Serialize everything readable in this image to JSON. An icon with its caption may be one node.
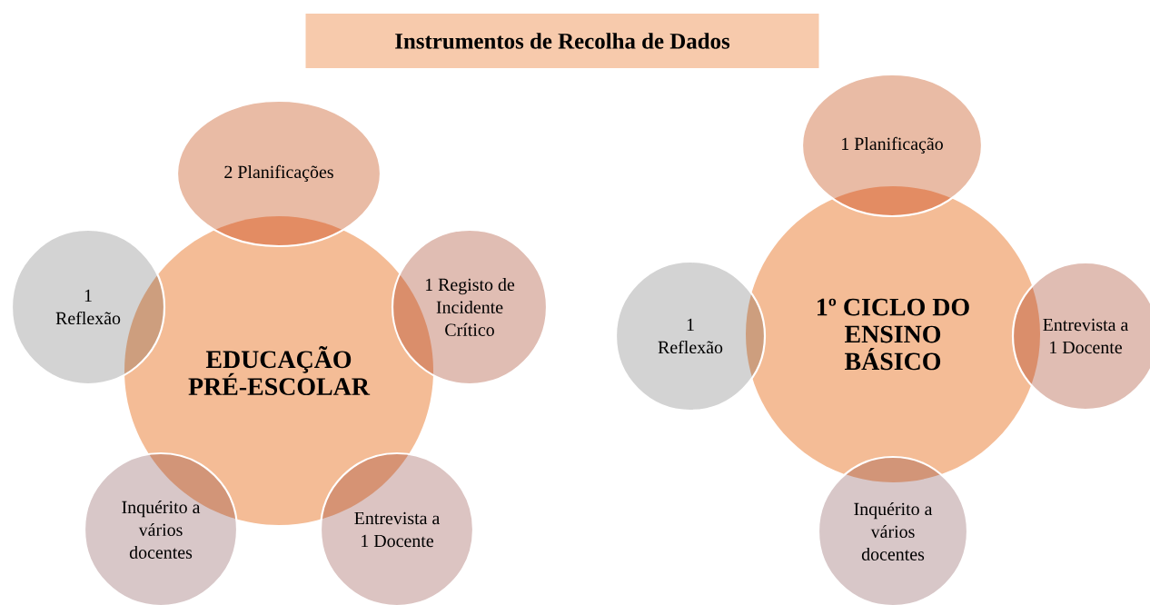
{
  "diagram": {
    "title": "Instrumentos de Recolha de Dados",
    "nodes": [
      {
        "text": [
          "EDUCAÇÃO PRÉ-ESCOLAR"
        ]
      },
      {
        "text": [
          "2 Planificações"
        ]
      },
      {
        "text": [
          "1 Registo de Incidente Crítico"
        ]
      },
      {
        "text": [
          "Entrevista a 1 Docente"
        ]
      },
      {
        "text": [
          "Inquérito a vários docentes"
        ]
      },
      {
        "text": [
          "1 Reflexão"
        ]
      },
      {
        "text": [
          "1º CICLO DO ENSINO BÁSICO"
        ]
      },
      {
        "text": [
          "1 Planificação"
        ]
      },
      {
        "text": [
          "Entrevista a 1 Docente"
        ]
      },
      {
        "text": [
          "Inquérito a vários docentes"
        ]
      },
      {
        "text": [
          "1 Reflexão"
        ]
      }
    ]
  }
}
